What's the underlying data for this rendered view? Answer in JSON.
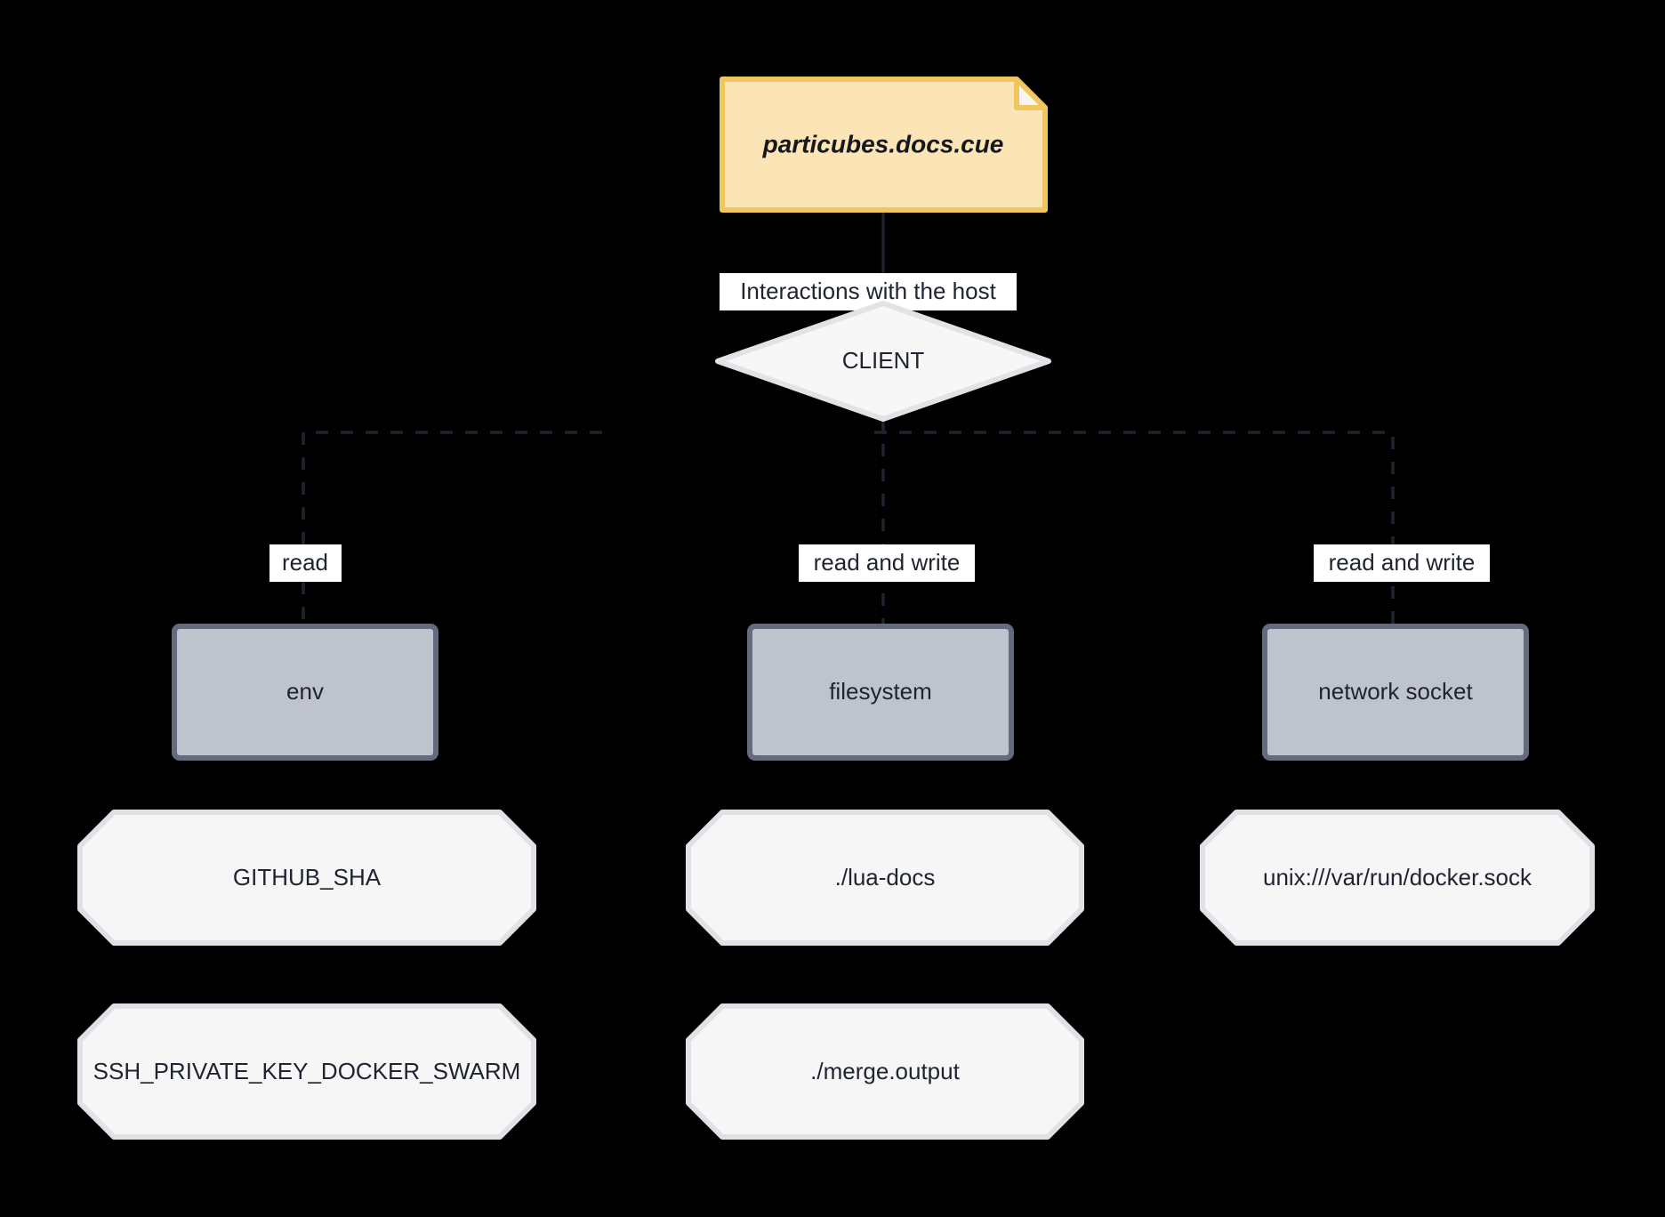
{
  "diagram": {
    "title": "Interactions with the host",
    "background_color": "#000000",
    "nodes": {
      "note": {
        "label": "particubes.docs.cue",
        "shape": "note",
        "fill": "#fbe5b6",
        "stroke": "#efc75e"
      },
      "client": {
        "label": "CLIENT",
        "shape": "diamond",
        "fill": "#f7f7f8",
        "stroke": "#e2e2e7"
      },
      "env": {
        "label": "env",
        "shape": "rect",
        "fill": "#bfc3cc",
        "stroke": "#636b7e"
      },
      "filesystem": {
        "label": "filesystem",
        "shape": "rect",
        "fill": "#bfc3cc",
        "stroke": "#636b7e"
      },
      "network_socket": {
        "label": "network socket",
        "shape": "rect",
        "fill": "#bfc3cc",
        "stroke": "#636b7e"
      },
      "github_sha": {
        "label": "GITHUB_SHA",
        "shape": "octagon",
        "fill": "#f6f6f7",
        "stroke": "#e0e0e6"
      },
      "ssh_private_key": {
        "label": "SSH_PRIVATE_KEY_DOCKER_SWARM",
        "shape": "octagon",
        "fill": "#f6f6f7",
        "stroke": "#e0e0e6"
      },
      "lua_docs": {
        "label": "./lua-docs",
        "shape": "octagon",
        "fill": "#f6f6f7",
        "stroke": "#e0e0e6"
      },
      "merge_output": {
        "label": "./merge.output",
        "shape": "octagon",
        "fill": "#f6f6f7",
        "stroke": "#e0e0e6"
      },
      "docker_sock": {
        "label": "unix:///var/run/docker.sock",
        "shape": "octagon",
        "fill": "#f6f6f7",
        "stroke": "#e0e0e6"
      }
    },
    "edges": [
      {
        "id": "note-to-client",
        "label": "Interactions with the host",
        "style": "solid"
      },
      {
        "id": "client-to-env",
        "label": "read",
        "style": "dashed"
      },
      {
        "id": "client-to-filesystem",
        "label": "read and write",
        "style": "dashed"
      },
      {
        "id": "client-to-network-socket",
        "label": "read and write",
        "style": "dashed"
      }
    ]
  }
}
